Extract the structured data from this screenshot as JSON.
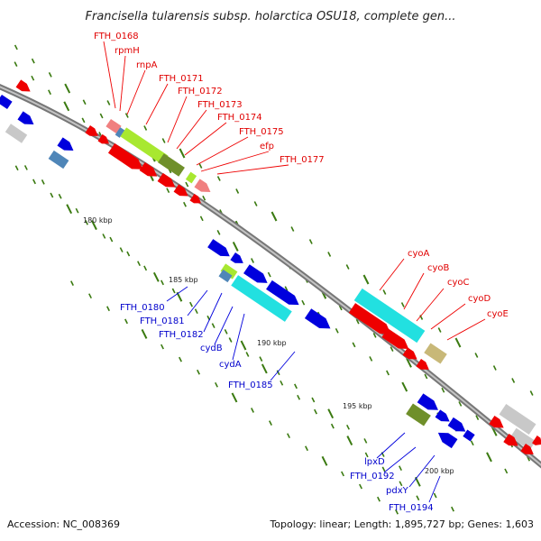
{
  "title": "Francisella tularensis subsp. holarctica OSU18, complete gen...",
  "footer": {
    "accession": "Accession: NC_008369",
    "topology": "Topology: linear; Length: 1,895,727 bp; Genes: 1,603"
  },
  "scale_labels": [
    "180 kbp",
    "185 kbp",
    "190 kbp",
    "195 kbp",
    "200 kbp"
  ],
  "gene_labels": {
    "upper_red": [
      "FTH_0168",
      "rpmH",
      "rnpA",
      "FTH_0171",
      "FTH_0172",
      "FTH_0173",
      "FTH_0174",
      "FTH_0175",
      "efp",
      "FTH_0177"
    ],
    "lower_blue": [
      "FTH_0180",
      "FTH_0181",
      "FTH_0182",
      "cydB",
      "cydA",
      "FTH_0185"
    ],
    "right_red": [
      "cyoA",
      "cyoB",
      "cyoC",
      "cyoD",
      "cyoE"
    ],
    "bottom_blue": [
      "lpxD",
      "FTH_0192",
      "pdxY",
      "FTH_0194"
    ]
  },
  "colors": {
    "forward_gene": "#ee0000",
    "reverse_gene": "#0000dd",
    "pale_red": "#f08080",
    "grey_gene": "#c8c8c8",
    "lime": "#a8e830",
    "olive": "#6f8f2a",
    "steel_blue": "#4f86b8",
    "cyan": "#22e0e0",
    "tan": "#c8b878",
    "backbone": "#888888",
    "tick": "#3a7a10"
  }
}
